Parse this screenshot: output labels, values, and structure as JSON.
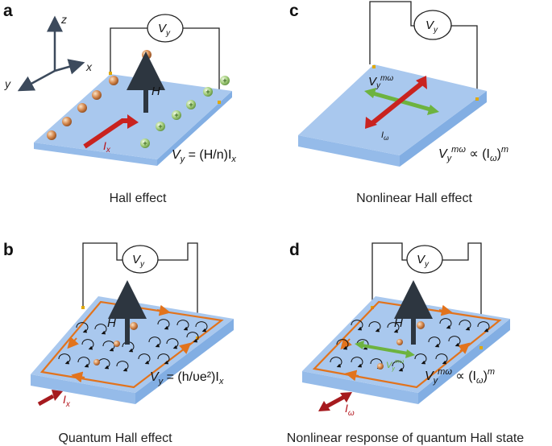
{
  "panels": {
    "a": {
      "label": "a",
      "caption": "Hall effect",
      "eq_pre": "V",
      "eq_sub": "y",
      "eq_post": " = (H/n)I",
      "eq_sub2": "x",
      "meter_v": "V",
      "meter_sub": "y",
      "h_label": "H",
      "current_label": "I",
      "current_sub": "x"
    },
    "b": {
      "label": "b",
      "caption": "Quantum Hall effect",
      "eq_pre": "V",
      "eq_sub": "y",
      "eq_post": " = (h/υe²)I",
      "eq_sub2": "x",
      "meter_v": "V",
      "meter_sub": "y",
      "h_label": "H",
      "current_label": "I",
      "current_sub": "x"
    },
    "c": {
      "label": "c",
      "caption": "Nonlinear Hall effect",
      "eq_pre": "V",
      "eq_sub": "y",
      "eq_sup": "mω",
      "eq_post": " ∝ (I",
      "eq_sub2": "ω",
      "eq_post2": ")",
      "eq_sup2": "m",
      "meter_v": "V",
      "meter_sub": "y",
      "vlabel": "V",
      "vlabel_sub": "y",
      "vlabel_sup": "mω",
      "current_label": "I",
      "current_sub": "ω"
    },
    "d": {
      "label": "d",
      "caption": "Nonlinear response of quantum Hall state",
      "eq_pre": "V",
      "eq_sub": "y",
      "eq_sup": "mω",
      "eq_post": " ∝ (I",
      "eq_sub2": "ω",
      "eq_post2": ")",
      "eq_sup2": "m",
      "meter_v": "V",
      "meter_sub": "y",
      "h_label": "H",
      "vlabel": "V",
      "vlabel_sub": "y",
      "vlabel_sup": "mω",
      "current_label": "I",
      "current_sub": "ω"
    }
  },
  "axes": {
    "x": "x",
    "y": "y",
    "z": "z"
  },
  "colors": {
    "slab": "#a9c8ee",
    "edge_current": "#e2731c",
    "electron": "#d4884e",
    "hole": "#a6d07e",
    "current_arrow": "#c9231f",
    "voltage_arrow": "#6db33f"
  }
}
